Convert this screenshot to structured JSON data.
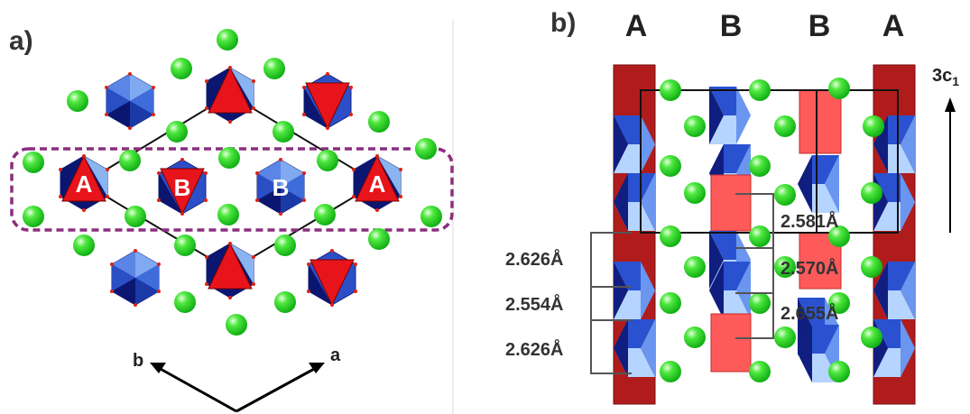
{
  "panel_a": {
    "label": "a)",
    "octahedron_labels": [
      "A",
      "B",
      "B",
      "A"
    ],
    "axis_a": "a",
    "axis_b": "b",
    "colors": {
      "A_site": "#e8141b",
      "B_site": "#3e6ed8",
      "atom": "#22dd22",
      "frame": "#8b2e7e"
    }
  },
  "panel_b": {
    "label": "b)",
    "stacking": [
      "A",
      "B",
      "B",
      "A"
    ],
    "axis": "3c",
    "axis_sub": "1",
    "distances_left": [
      "2.626Å",
      "2.554Å",
      "2.626Å"
    ],
    "distances_right": [
      "2.581Å",
      "2.570Å",
      "2.655Å"
    ],
    "colors": {
      "A_column": "#b01c1c",
      "B_column": "#ff5a5a",
      "dark_blue": "#101e80",
      "light_blue": "#9ec8ff"
    }
  }
}
